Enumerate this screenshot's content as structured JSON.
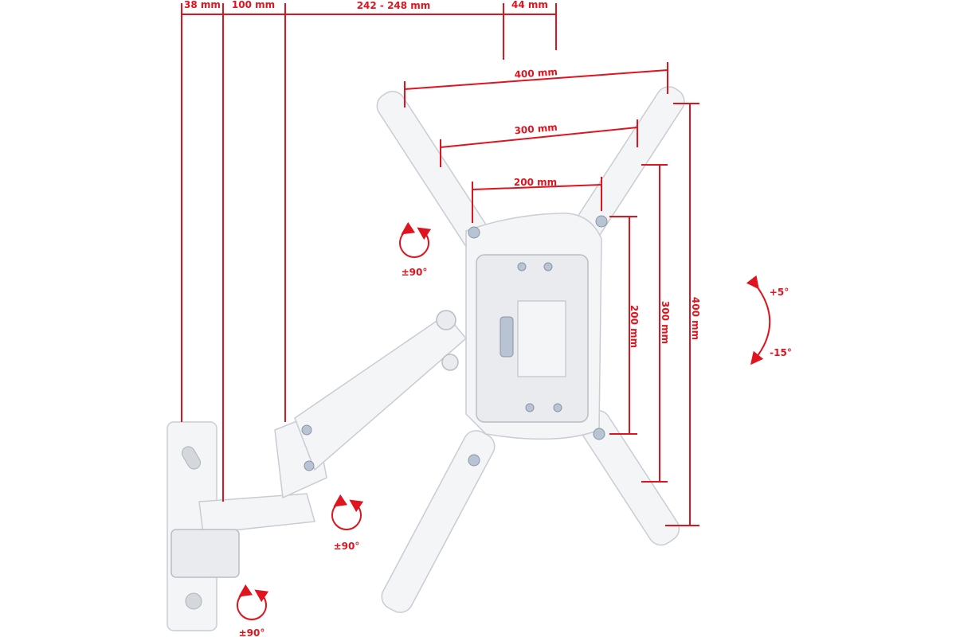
{
  "top_dimensions": [
    "38 mm",
    "100 mm",
    "242 - 248 mm",
    "44 mm"
  ],
  "vesa_horizontal": [
    "400 mm",
    "300 mm",
    "200 mm"
  ],
  "vesa_vertical": [
    "200 mm",
    "300 mm",
    "400 mm"
  ],
  "rotation_labels": [
    "±90°",
    "±90°",
    "±90°"
  ],
  "tilt": {
    "up": "+5°",
    "down": "-15°"
  },
  "colors": {
    "accent": "#e0141e",
    "mount": "#f4f5f7"
  }
}
